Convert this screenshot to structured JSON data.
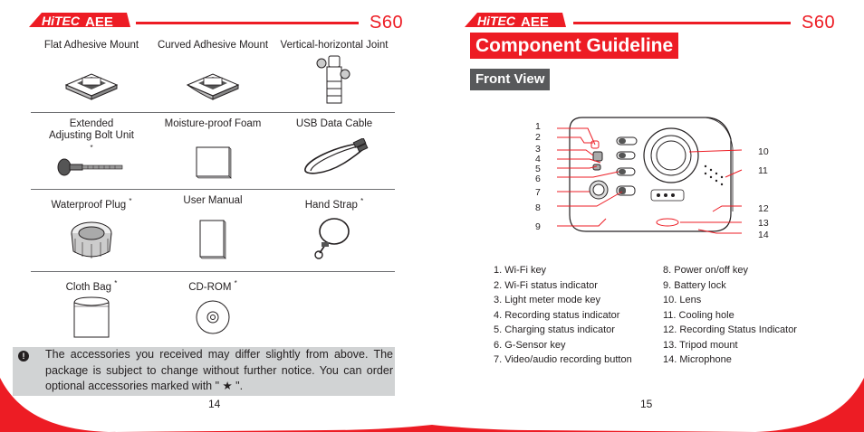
{
  "header": {
    "model": "S60"
  },
  "left": {
    "page_number": "14",
    "accessories": [
      [
        {
          "label": "Flat Adhesive Mount",
          "star": ""
        },
        {
          "label": "Curved Adhesive Mount",
          "star": ""
        },
        {
          "label": "Vertical-horizontal Joint",
          "star": ""
        }
      ],
      [
        {
          "label": "Extended Adjusting Bolt Unit",
          "star": "*"
        },
        {
          "label": "Moisture-proof Foam",
          "star": ""
        },
        {
          "label": "USB Data Cable",
          "star": ""
        }
      ],
      [
        {
          "label": "Waterproof Plug",
          "star": "*"
        },
        {
          "label": "User Manual",
          "star": ""
        },
        {
          "label": "Hand Strap",
          "star": "*"
        }
      ],
      [
        {
          "label": "Cloth Bag",
          "star": "*"
        },
        {
          "label": "CD-ROM",
          "star": "*"
        }
      ]
    ],
    "note": "The accessories you received may differ slightly from above. The package is subject to change without further notice. You can order optional accessories marked with \" ★ \"."
  },
  "right": {
    "page_number": "15",
    "title": "Component Guideline",
    "subtitle": "Front View",
    "callouts_left": [
      "1",
      "2",
      "3",
      "4",
      "5",
      "6",
      "7",
      "8",
      "9"
    ],
    "callouts_right": [
      "10",
      "11",
      "12",
      "13",
      "14"
    ],
    "components_col1": [
      "1. Wi-Fi key",
      "2. Wi-Fi status indicator",
      "3. Light meter mode key",
      "4. Recording status indicator",
      "5. Charging status indicator",
      "6. G-Sensor key",
      "7. Video/audio recording button"
    ],
    "components_col2": [
      "8. Power on/off key",
      "9. Battery lock",
      "10. Lens",
      "11. Cooling hole",
      "12. Recording Status Indicator",
      "13. Tripod mount",
      "14. Microphone"
    ]
  },
  "colors": {
    "brand_red": "#ed1c24",
    "note_bg": "#d1d3d4",
    "subtitle_bg": "#58595b"
  }
}
